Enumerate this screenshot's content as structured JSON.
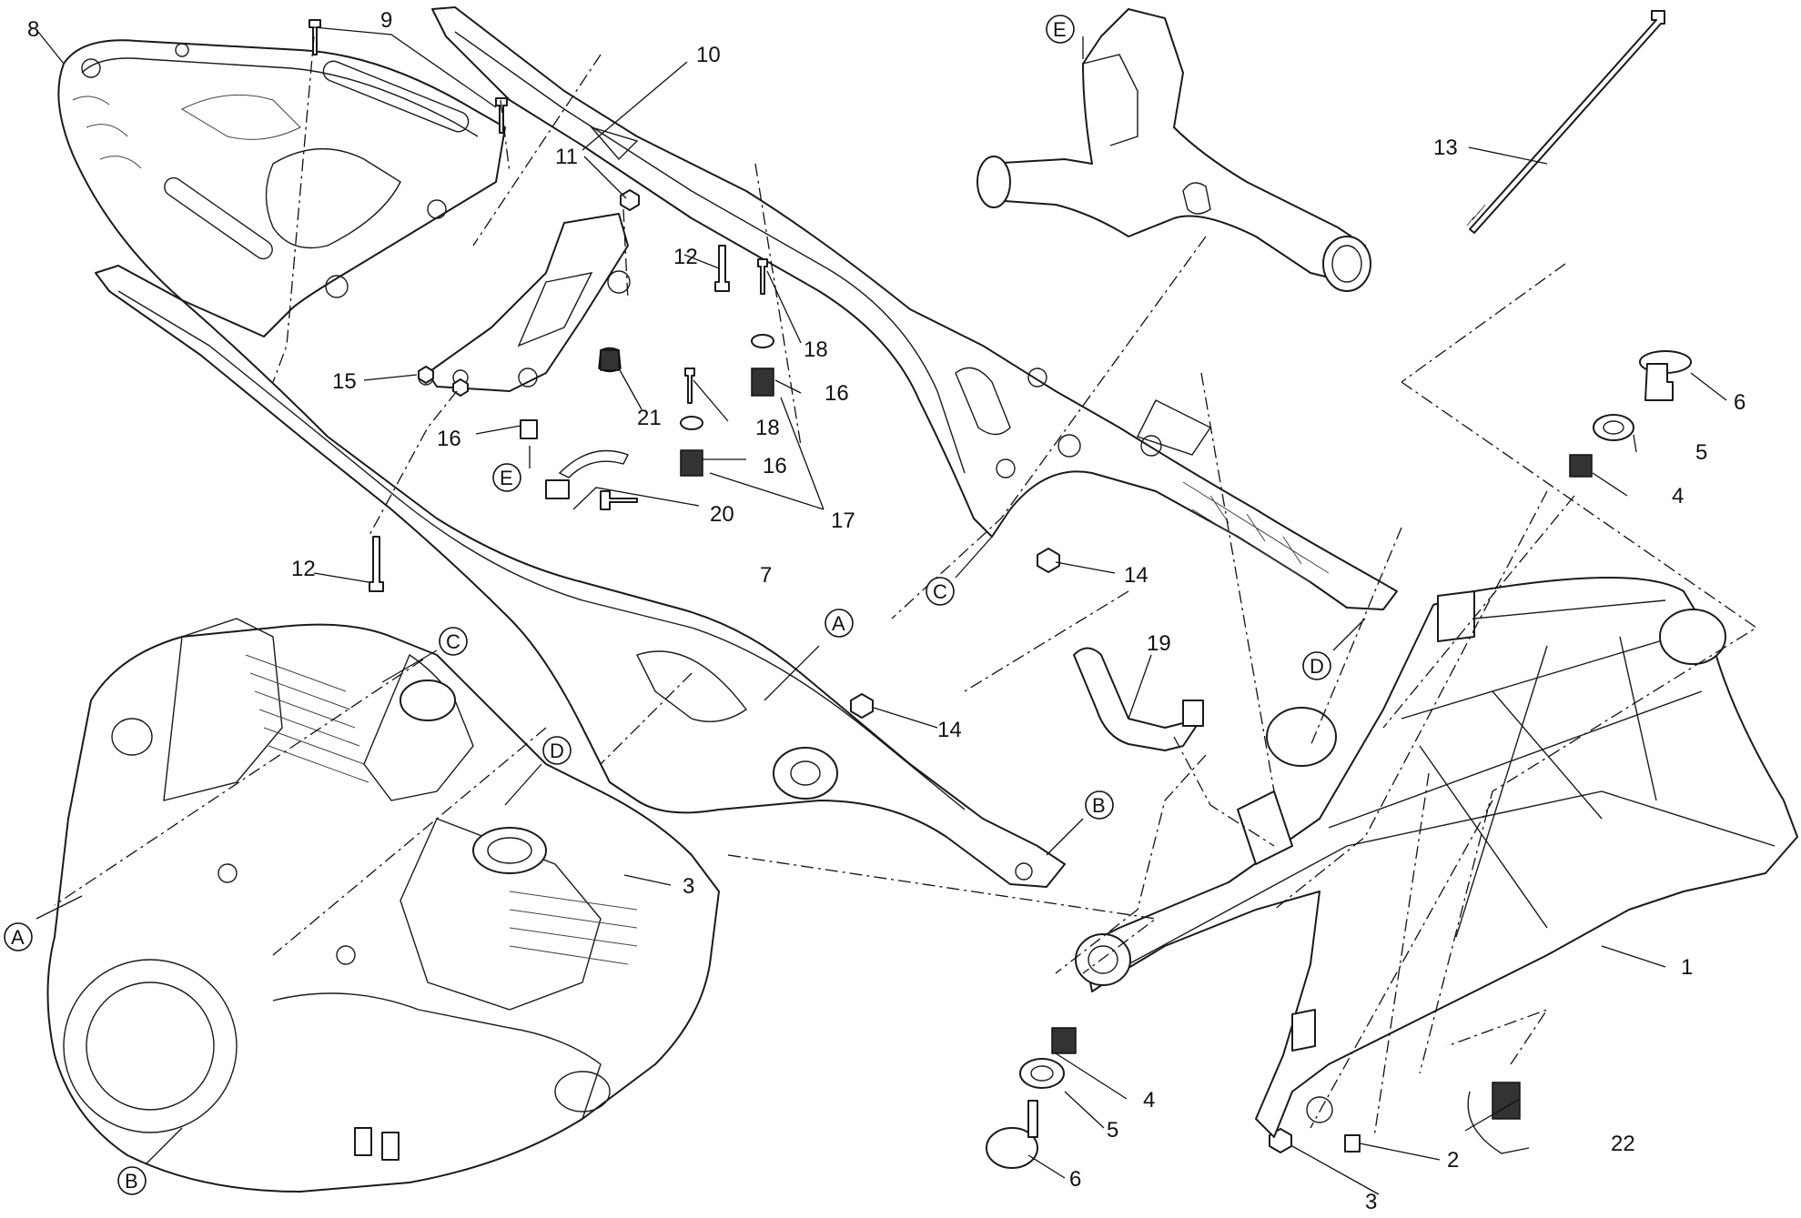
{
  "diagram": {
    "callouts": [
      {
        "label": "1"
      },
      {
        "label": "2"
      },
      {
        "label": "3"
      },
      {
        "label": "3"
      },
      {
        "label": "4"
      },
      {
        "label": "4"
      },
      {
        "label": "5"
      },
      {
        "label": "5"
      },
      {
        "label": "6"
      },
      {
        "label": "6"
      },
      {
        "label": "7"
      },
      {
        "label": "8"
      },
      {
        "label": "9"
      },
      {
        "label": "10"
      },
      {
        "label": "11"
      },
      {
        "label": "12"
      },
      {
        "label": "12"
      },
      {
        "label": "13"
      },
      {
        "label": "14"
      },
      {
        "label": "14"
      },
      {
        "label": "15"
      },
      {
        "label": "16"
      },
      {
        "label": "16"
      },
      {
        "label": "16"
      },
      {
        "label": "17"
      },
      {
        "label": "18"
      },
      {
        "label": "18"
      },
      {
        "label": "19"
      },
      {
        "label": "20"
      },
      {
        "label": "21"
      },
      {
        "label": "22"
      }
    ],
    "connectors": [
      {
        "letter": "A"
      },
      {
        "letter": "A"
      },
      {
        "letter": "B"
      },
      {
        "letter": "B"
      },
      {
        "letter": "C"
      },
      {
        "letter": "C"
      },
      {
        "letter": "D"
      },
      {
        "letter": "D"
      },
      {
        "letter": "E"
      },
      {
        "letter": "E"
      }
    ]
  }
}
